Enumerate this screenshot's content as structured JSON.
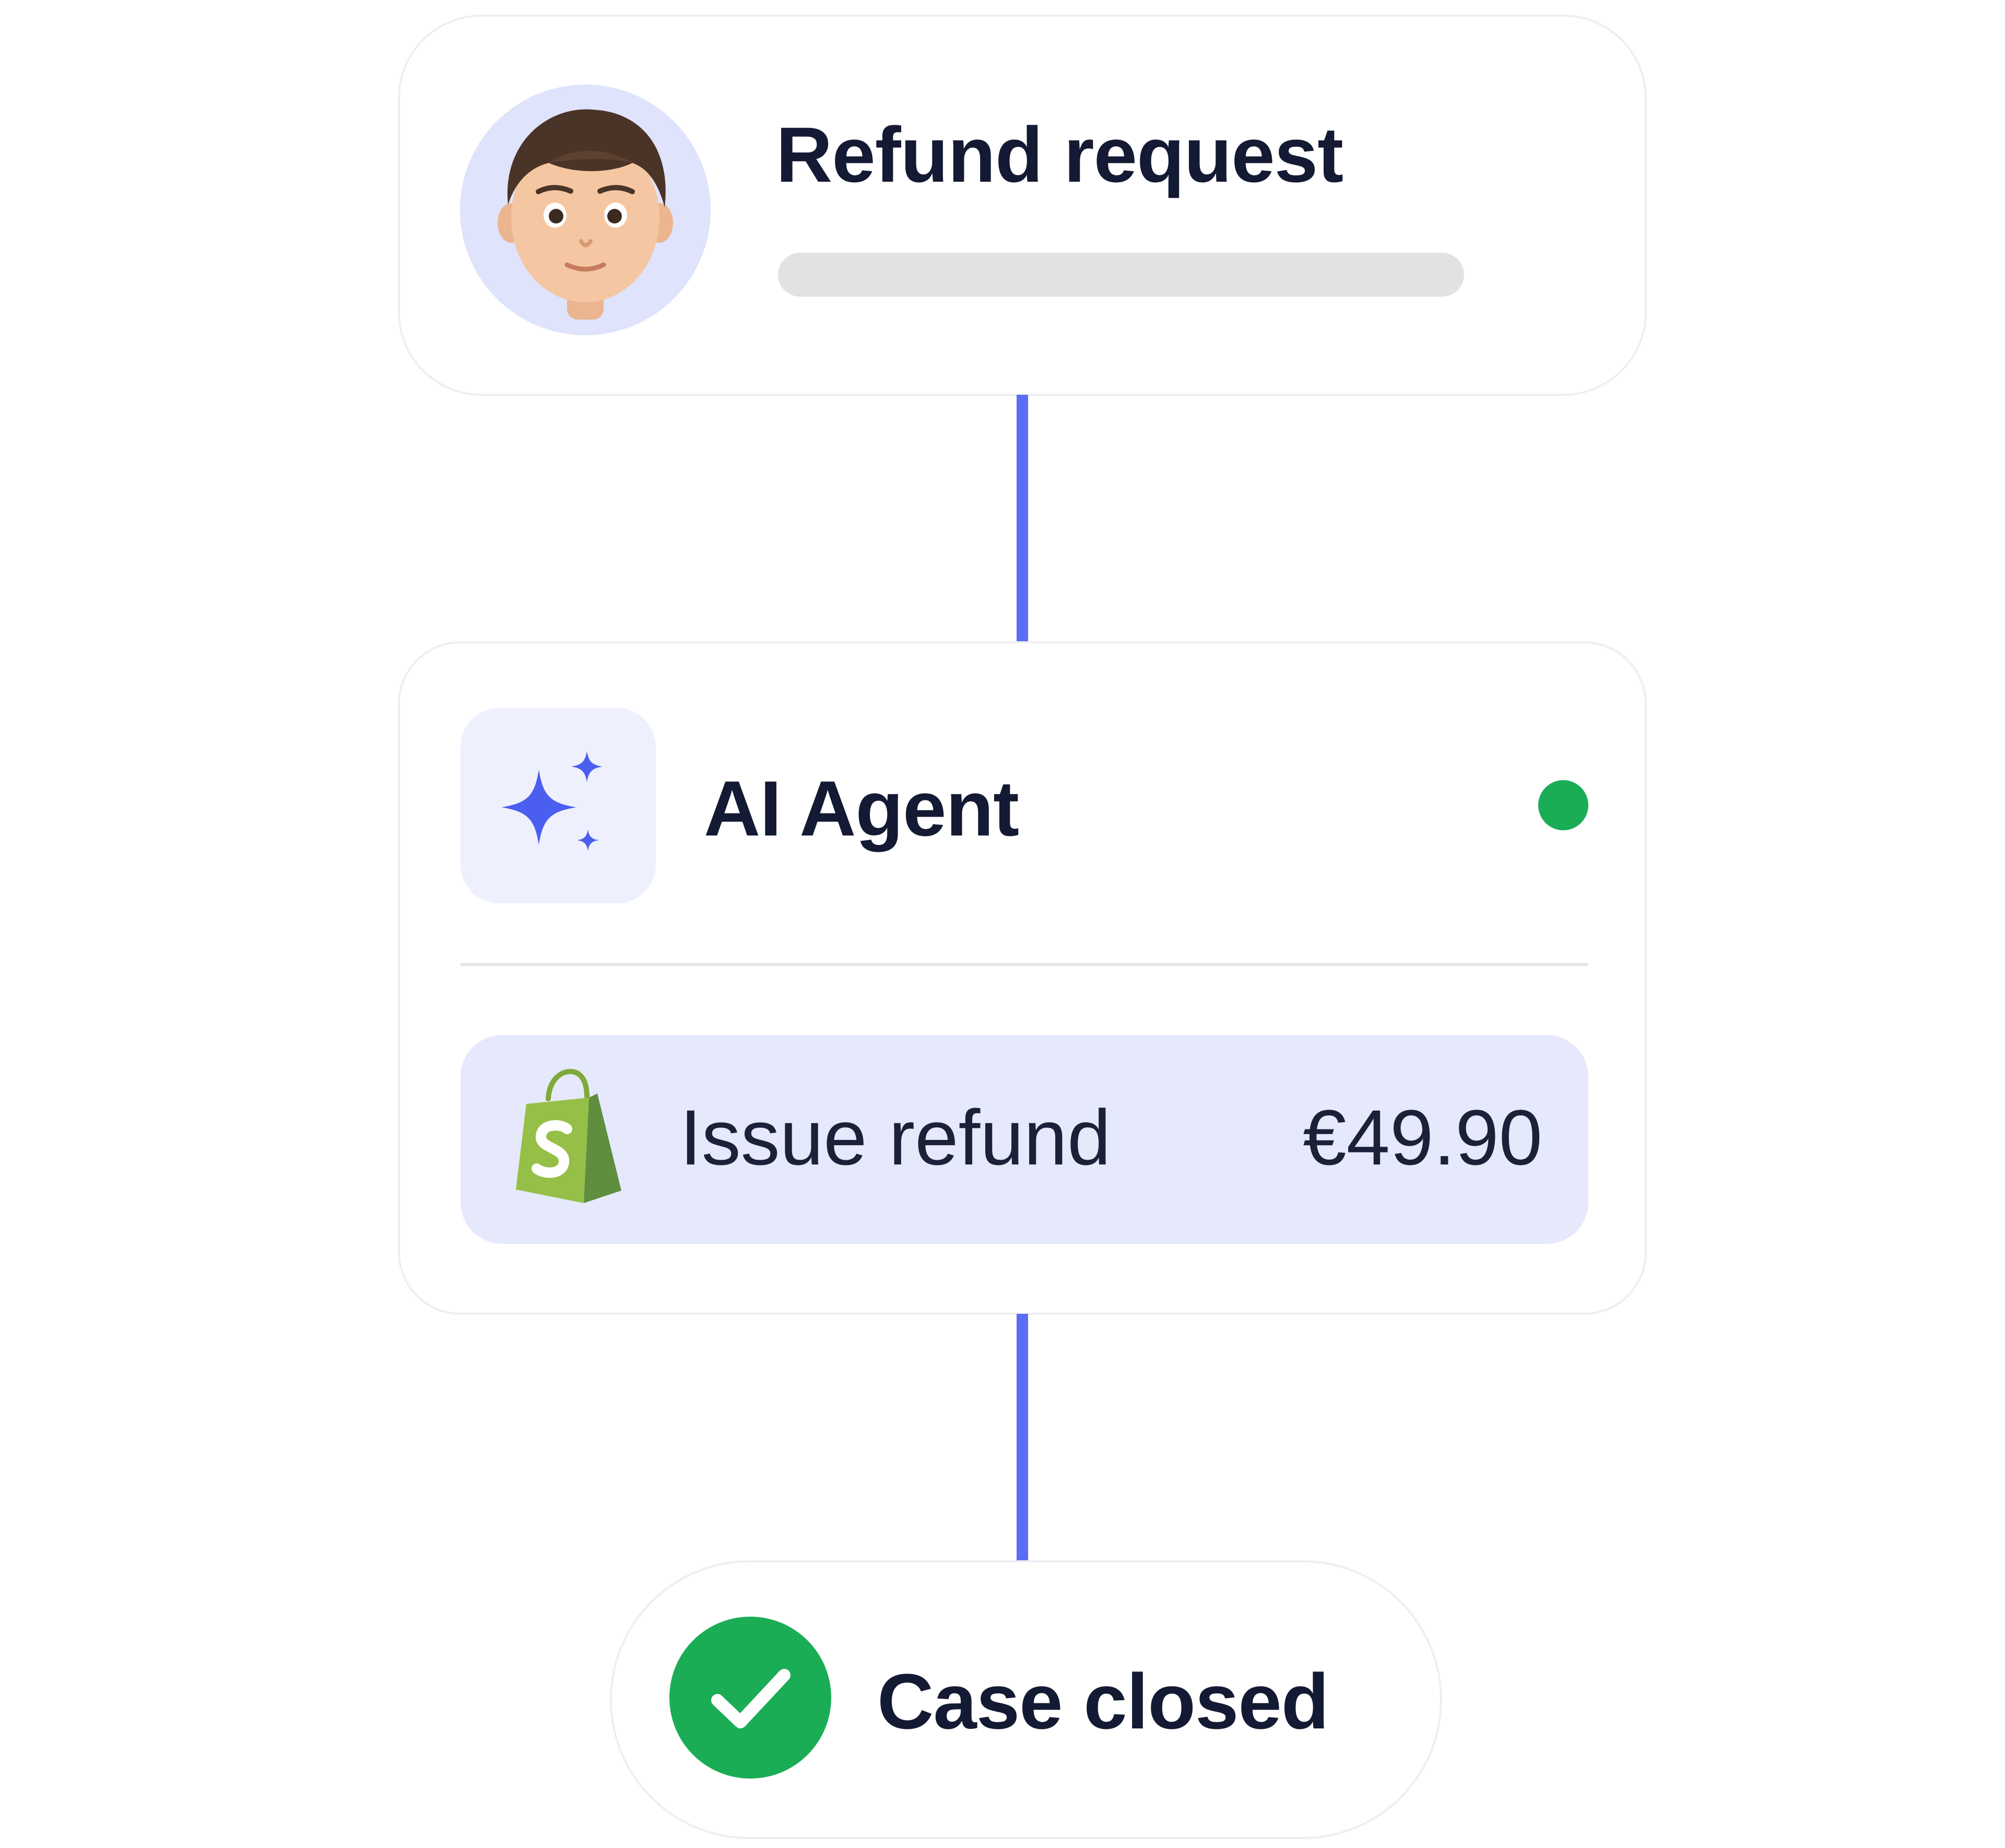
{
  "request": {
    "title": "Refund request",
    "avatar_icon": "memoji-avatar"
  },
  "agent": {
    "title": "AI Agent",
    "icon": "sparkles-icon",
    "status_color": "#1aad55"
  },
  "action": {
    "icon": "shopify-bag-icon",
    "label": "Issue refund",
    "amount": "€49.90"
  },
  "result": {
    "label": "Case closed",
    "icon": "check-icon",
    "color": "#1aad55"
  },
  "colors": {
    "connector": "#5b6cf5",
    "accent_light": "#e6e8fc",
    "text": "#141a33"
  }
}
